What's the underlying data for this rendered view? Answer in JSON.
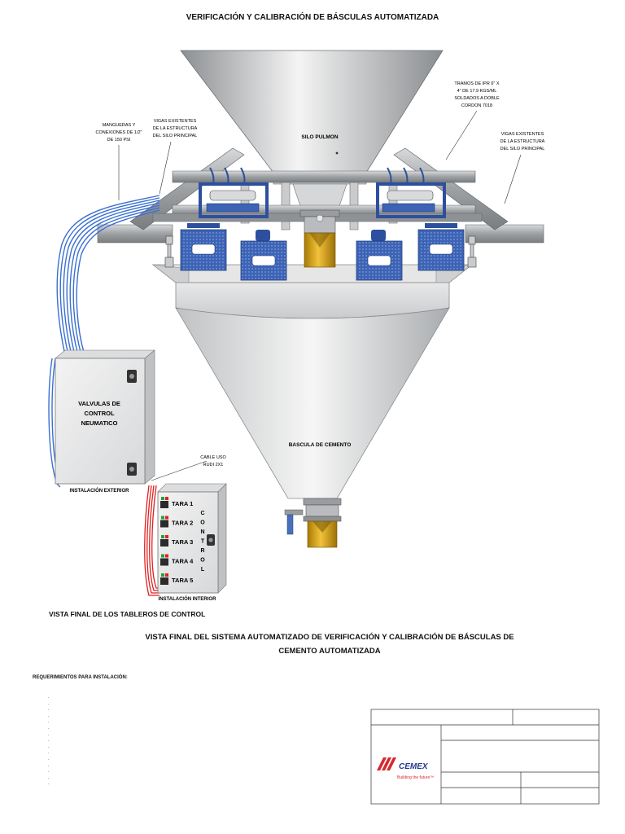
{
  "title": "VERIFICACIÓN Y CALIBRACIÓN DE BÁSCULAS AUTOMATIZADA",
  "labels": {
    "silo_pulmon": "SILO PULMON",
    "bascula": "BASCULA DE CEMENTO",
    "mangueras": [
      "MANGUERAS Y",
      "CONEXIONES DE 1/2\"",
      "DE 150 PSI"
    ],
    "vigas_left": [
      "VIGAS EXISTENTES",
      "DE LA ESTRUCTURA",
      "DEL SILO PRINCIPAL"
    ],
    "vigas_right": [
      "VIGAS EXISTENTES",
      "DE LA ESTRUCTURA",
      "DEL SILO PRINCIPAL"
    ],
    "tramos": [
      "TRAMOS DE IPR 6\" X",
      "4\" DE 17.9 KGS/ML",
      "SOLDADOS A DOBLE",
      "CORDON 7018"
    ],
    "cable": [
      "CABLE USO",
      "RUDI 2X1"
    ],
    "instalacion_exterior": "INSTALACIÓN EXTERIOR",
    "instalacion_interior": "INSTALACIÓN INTERIOR"
  },
  "valve_panel": {
    "lines": [
      "VALVULAS DE",
      "CONTROL",
      "NEUMATICO"
    ]
  },
  "control_panel": {
    "taras": [
      "TARA 1",
      "TARA 2",
      "TARA 3",
      "TARA 4",
      "TARA 5"
    ],
    "vertical_letters": [
      "C",
      "O",
      "N",
      "T",
      "R",
      "O",
      "L"
    ]
  },
  "subtitle_1": "VISTA FINAL DE LOS TABLEROS DE CONTROL",
  "subtitle_2": [
    "VISTA FINAL DEL SISTEMA AUTOMATIZADO DE VERIFICACIÓN Y CALIBRACIÓN DE BÁSCULAS DE",
    "CEMENTO AUTOMATIZADA"
  ],
  "requirements": {
    "heading": "REQUERIMIENTOS PARA INSTALACIÓN:",
    "bullets": [
      ".",
      ".",
      ".",
      ".",
      ".",
      ".",
      ".",
      ".",
      ".",
      ".",
      ".",
      ".",
      ".",
      ".",
      "."
    ]
  },
  "title_block": {
    "logo_text": "CEMEX",
    "tagline": "Building the future™"
  },
  "colors": {
    "steel": "#a7aaad",
    "blue_frame": "#2d4f9e",
    "load_cell_blue": "#3c63b5",
    "gold": "#d9a516",
    "hose_blue": "#3a6fd0",
    "cable_red": "#e02020",
    "cemex_red": "#d7282f",
    "cemex_blue": "#1f3b8f"
  }
}
